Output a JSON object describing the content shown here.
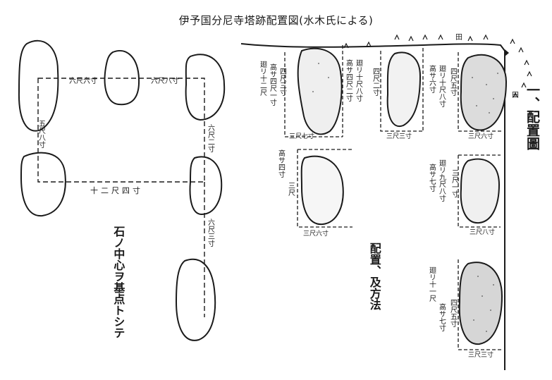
{
  "title": "伊予国分尼寺塔跡配置図(水木氏による)",
  "heading": "一、配置圖",
  "section_label": "配置、及方法",
  "left_note": "石ノ中心ヲ基点トシテ",
  "left_dims": {
    "top_left": "六尺六寸",
    "top_right": "六尺八寸",
    "left_vertical": "五尺八寸",
    "right_vertical_upper": "六尺二寸",
    "bottom": "十二尺四寸",
    "right_vertical_lower": "六尺三寸"
  },
  "stones": {
    "s1": {
      "height": "高サ四尺一寸",
      "girth": "廻リ十二尺",
      "width": "四尺三寸",
      "base": "三尺七寸"
    },
    "s2": {
      "height": "高サ四尺二寸",
      "girth": "廻リ十尺八寸",
      "width": "四尺二寸",
      "base": "三尺三寸"
    },
    "s3": {
      "height": "高サ六寸",
      "girth": "廻リ十尺八寸",
      "width": "四尺五寸",
      "base": "三尺六寸"
    },
    "s4": {
      "height": "高サ四寸",
      "width": "三尺",
      "base": "三尺六寸"
    },
    "s5": {
      "height": "高サ七寸",
      "girth": "廻リ九尺八寸",
      "width": "三尺一寸",
      "base": "三尺八寸"
    },
    "s6": {
      "height": "高サ七寸",
      "girth": "廻リ十一尺",
      "width": "四尺五寸",
      "base": "三尺三寸"
    }
  },
  "field_mark": "田"
}
